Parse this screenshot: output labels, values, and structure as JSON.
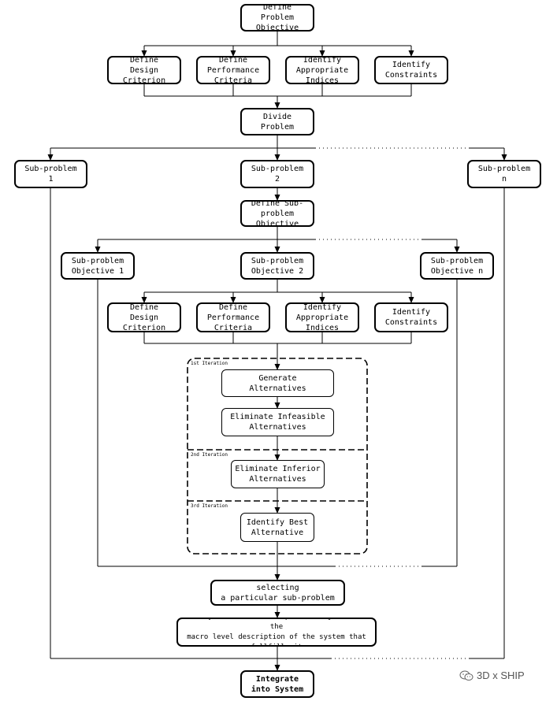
{
  "nodes": {
    "define_problem_objective": "Define\nProblem Objective",
    "top_design_criterion": "Define\nDesign Criterion",
    "top_performance_criteria": "Define\nPerformance Criteria",
    "top_appropriate_indices": "Identify\nAppropriate Indices",
    "top_constraints": "Identify\nConstraints",
    "divide_problem": "Divide\nProblem",
    "sub_problem_1": "Sub-problem\n1",
    "sub_problem_2": "Sub-problem\n2",
    "sub_problem_n": "Sub-problem\nn",
    "define_sub_problem_objective": "Define Sub-problem\nObjective",
    "sub_problem_objective_1": "Sub-problem\nObjective 1",
    "sub_problem_objective_2": "Sub-problem\nObjective 2",
    "sub_problem_objective_n": "Sub-problem\nObjective n",
    "mid_design_criterion": "Define\nDesign Criterion",
    "mid_performance_criteria": "Define\nPerformance Criteria",
    "mid_appropriate_indices": "Identify\nAppropriate Indices",
    "mid_constraints": "Identify\nConstraints",
    "generate_alternatives": "Generate\nAlternatives",
    "eliminate_infeasible": "Eliminate Infeasible\nAlternatives",
    "eliminate_inferior": "Eliminate Inferior\nAlternatives",
    "identify_best": "Identify Best\nAlternative",
    "evaluate_consequences": "Evaluate consequences of selecting\na particular sub-problem objective",
    "identify_desired": "Identify the desired sub-problem objective and the\nmacro level description of the system that fullfills it",
    "integrate_into_system": "Integrate\ninto System"
  },
  "iterations": {
    "first": "1st Iteration",
    "second": "2nd Iteration",
    "third": "3rd Iteration"
  },
  "watermark": "3D x SHIP",
  "watermark_icon": "wechat-icon"
}
